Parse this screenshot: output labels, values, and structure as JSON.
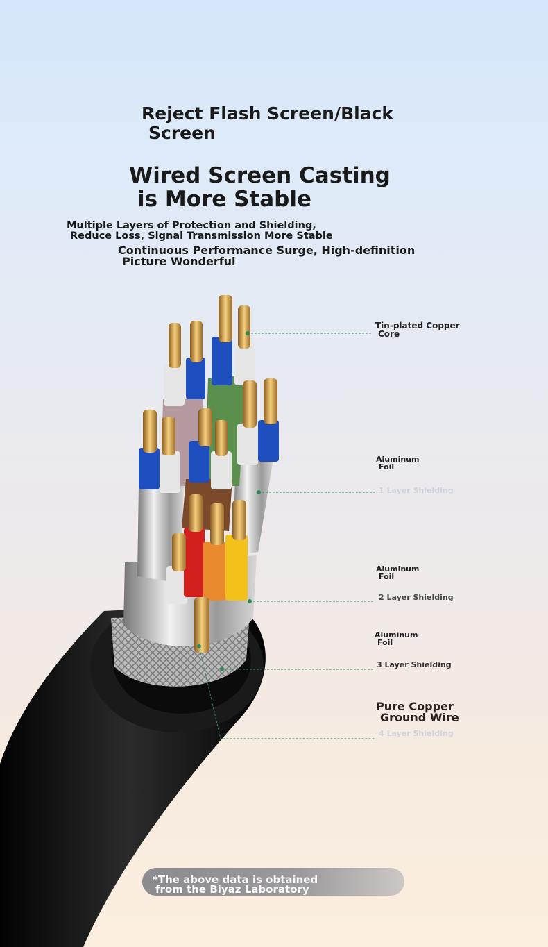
{
  "headline_small": {
    "line1": "Reject Flash Screen/Black",
    "line2": "Screen"
  },
  "headline_large": {
    "line1": "Wired Screen Casting",
    "line2": "is More Stable"
  },
  "subtext_1": {
    "line1": "Multiple Layers of Protection and Shielding,",
    "line2": "Reduce Loss, Signal Transmission More Stable"
  },
  "subtext_2": {
    "line1": "Continuous Performance Surge, High-definition",
    "line2": "Picture Wonderful"
  },
  "labels": {
    "core": {
      "line1": "Tin-plated Copper",
      "line2": "Core"
    },
    "foil_1": {
      "line1": "Aluminum",
      "line2": "Foil"
    },
    "foil_1_faint": "1 Layer Shielding",
    "foil_2": {
      "line1": "Aluminum",
      "line2": "Foil"
    },
    "shield_2": "2 Layer Shielding",
    "foil_3": {
      "line1": "Aluminum",
      "line2": "Foil"
    },
    "shield_3": "3 Layer Shielding",
    "ground": {
      "line1": "Pure Copper",
      "line2": "Ground Wire"
    },
    "ground_faint": "4 Layer Shielding"
  },
  "footer": {
    "line1": "*The above data is obtained",
    "line2": "from the Biyaz Laboratory"
  },
  "colors": {
    "leader_line": "#2e8b57",
    "cable_jacket": "#111111",
    "copper": "#c8963e",
    "wire_blue": "#1f4fbf",
    "wire_white": "#e6e6e6",
    "wire_red": "#d41f1f",
    "wire_orange": "#e98a2e",
    "wire_yellow": "#f2c21a"
  }
}
